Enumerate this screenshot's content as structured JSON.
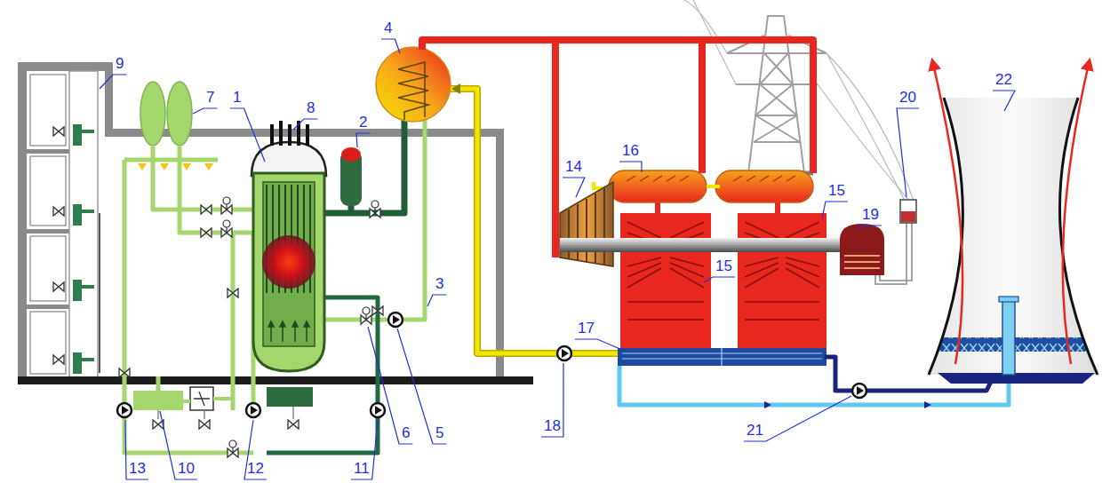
{
  "diagram": {
    "labels": [
      "9",
      "8",
      "1",
      "2",
      "4",
      "16",
      "20",
      "22",
      "7",
      "14",
      "15",
      "15",
      "19",
      "17",
      "3",
      "18",
      "21",
      "6",
      "5",
      "13",
      "10",
      "12",
      "11"
    ]
  }
}
